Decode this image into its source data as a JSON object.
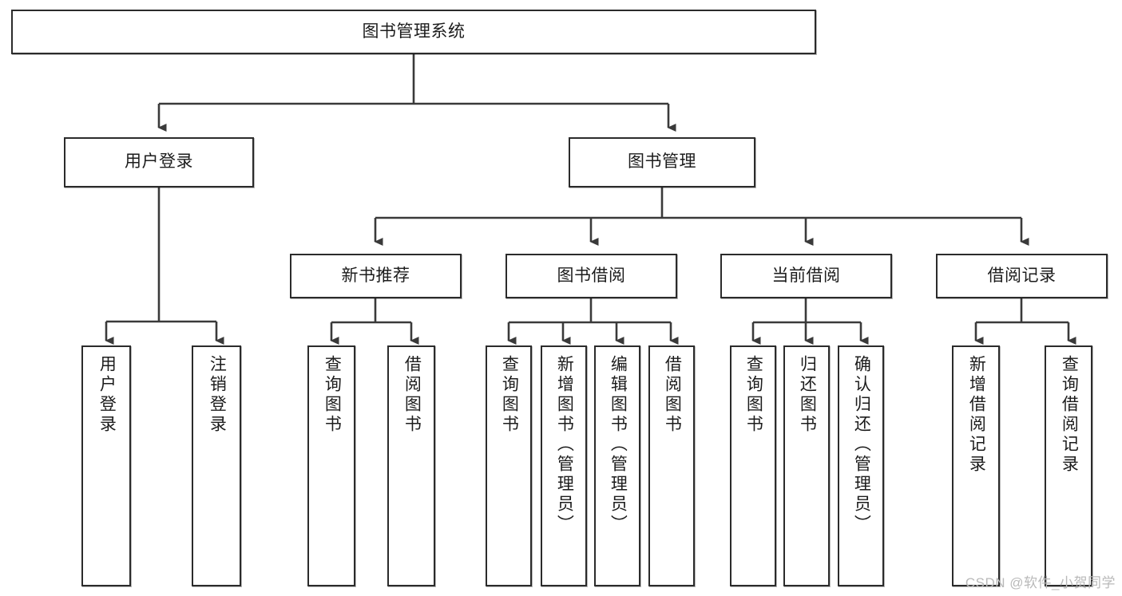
{
  "diagram": {
    "title": "图书管理系统",
    "type": "hierarchy-tree",
    "watermark": "CSDN @软件_小贺同学",
    "colors": {
      "box_border": "#2b2b2b",
      "box_fill": "#ffffff",
      "connector": "#3a3a3a",
      "text": "#1c1c1c",
      "watermark": "#b9b9b9"
    },
    "nodes": {
      "root": {
        "label": "图书管理系统",
        "level": 0
      },
      "user_login": {
        "label": "用户登录",
        "level": 1
      },
      "book_manage": {
        "label": "图书管理",
        "level": 1
      },
      "new_book_rec": {
        "label": "新书推荐",
        "level": 2
      },
      "book_borrow": {
        "label": "图书借阅",
        "level": 2
      },
      "current_borrow": {
        "label": "当前借阅",
        "level": 2
      },
      "borrow_record": {
        "label": "借阅记录",
        "level": 2
      },
      "leaf_user_login": {
        "label": "用户登录",
        "level": 3
      },
      "leaf_logout": {
        "label": "注销登录",
        "level": 3
      },
      "leaf_query_book_1": {
        "label": "查询图书",
        "level": 3
      },
      "leaf_borrow_book_1": {
        "label": "借阅图书",
        "level": 3
      },
      "leaf_query_book_2": {
        "label": "查询图书",
        "level": 3
      },
      "leaf_add_book": {
        "label": "新增图书（管理员）",
        "level": 3
      },
      "leaf_edit_book": {
        "label": "编辑图书（管理员）",
        "level": 3
      },
      "leaf_borrow_book_2": {
        "label": "借阅图书",
        "level": 3
      },
      "leaf_query_book_3": {
        "label": "查询图书",
        "level": 3
      },
      "leaf_return_book": {
        "label": "归还图书",
        "level": 3
      },
      "leaf_confirm_return": {
        "label": "确认归还（管理员）",
        "level": 3
      },
      "leaf_add_record": {
        "label": "新增借阅记录",
        "level": 3
      },
      "leaf_query_record": {
        "label": "查询借阅记录",
        "level": 3
      }
    },
    "edges": [
      {
        "from": "root",
        "to": "user_login"
      },
      {
        "from": "root",
        "to": "book_manage"
      },
      {
        "from": "user_login",
        "to": "leaf_user_login"
      },
      {
        "from": "user_login",
        "to": "leaf_logout"
      },
      {
        "from": "book_manage",
        "to": "new_book_rec"
      },
      {
        "from": "book_manage",
        "to": "book_borrow"
      },
      {
        "from": "book_manage",
        "to": "current_borrow"
      },
      {
        "from": "book_manage",
        "to": "borrow_record"
      },
      {
        "from": "new_book_rec",
        "to": "leaf_query_book_1"
      },
      {
        "from": "new_book_rec",
        "to": "leaf_borrow_book_1"
      },
      {
        "from": "book_borrow",
        "to": "leaf_query_book_2"
      },
      {
        "from": "book_borrow",
        "to": "leaf_add_book"
      },
      {
        "from": "book_borrow",
        "to": "leaf_edit_book"
      },
      {
        "from": "book_borrow",
        "to": "leaf_borrow_book_2"
      },
      {
        "from": "current_borrow",
        "to": "leaf_query_book_3"
      },
      {
        "from": "current_borrow",
        "to": "leaf_return_book"
      },
      {
        "from": "current_borrow",
        "to": "leaf_confirm_return"
      },
      {
        "from": "borrow_record",
        "to": "leaf_add_record"
      },
      {
        "from": "borrow_record",
        "to": "leaf_query_record"
      }
    ]
  }
}
